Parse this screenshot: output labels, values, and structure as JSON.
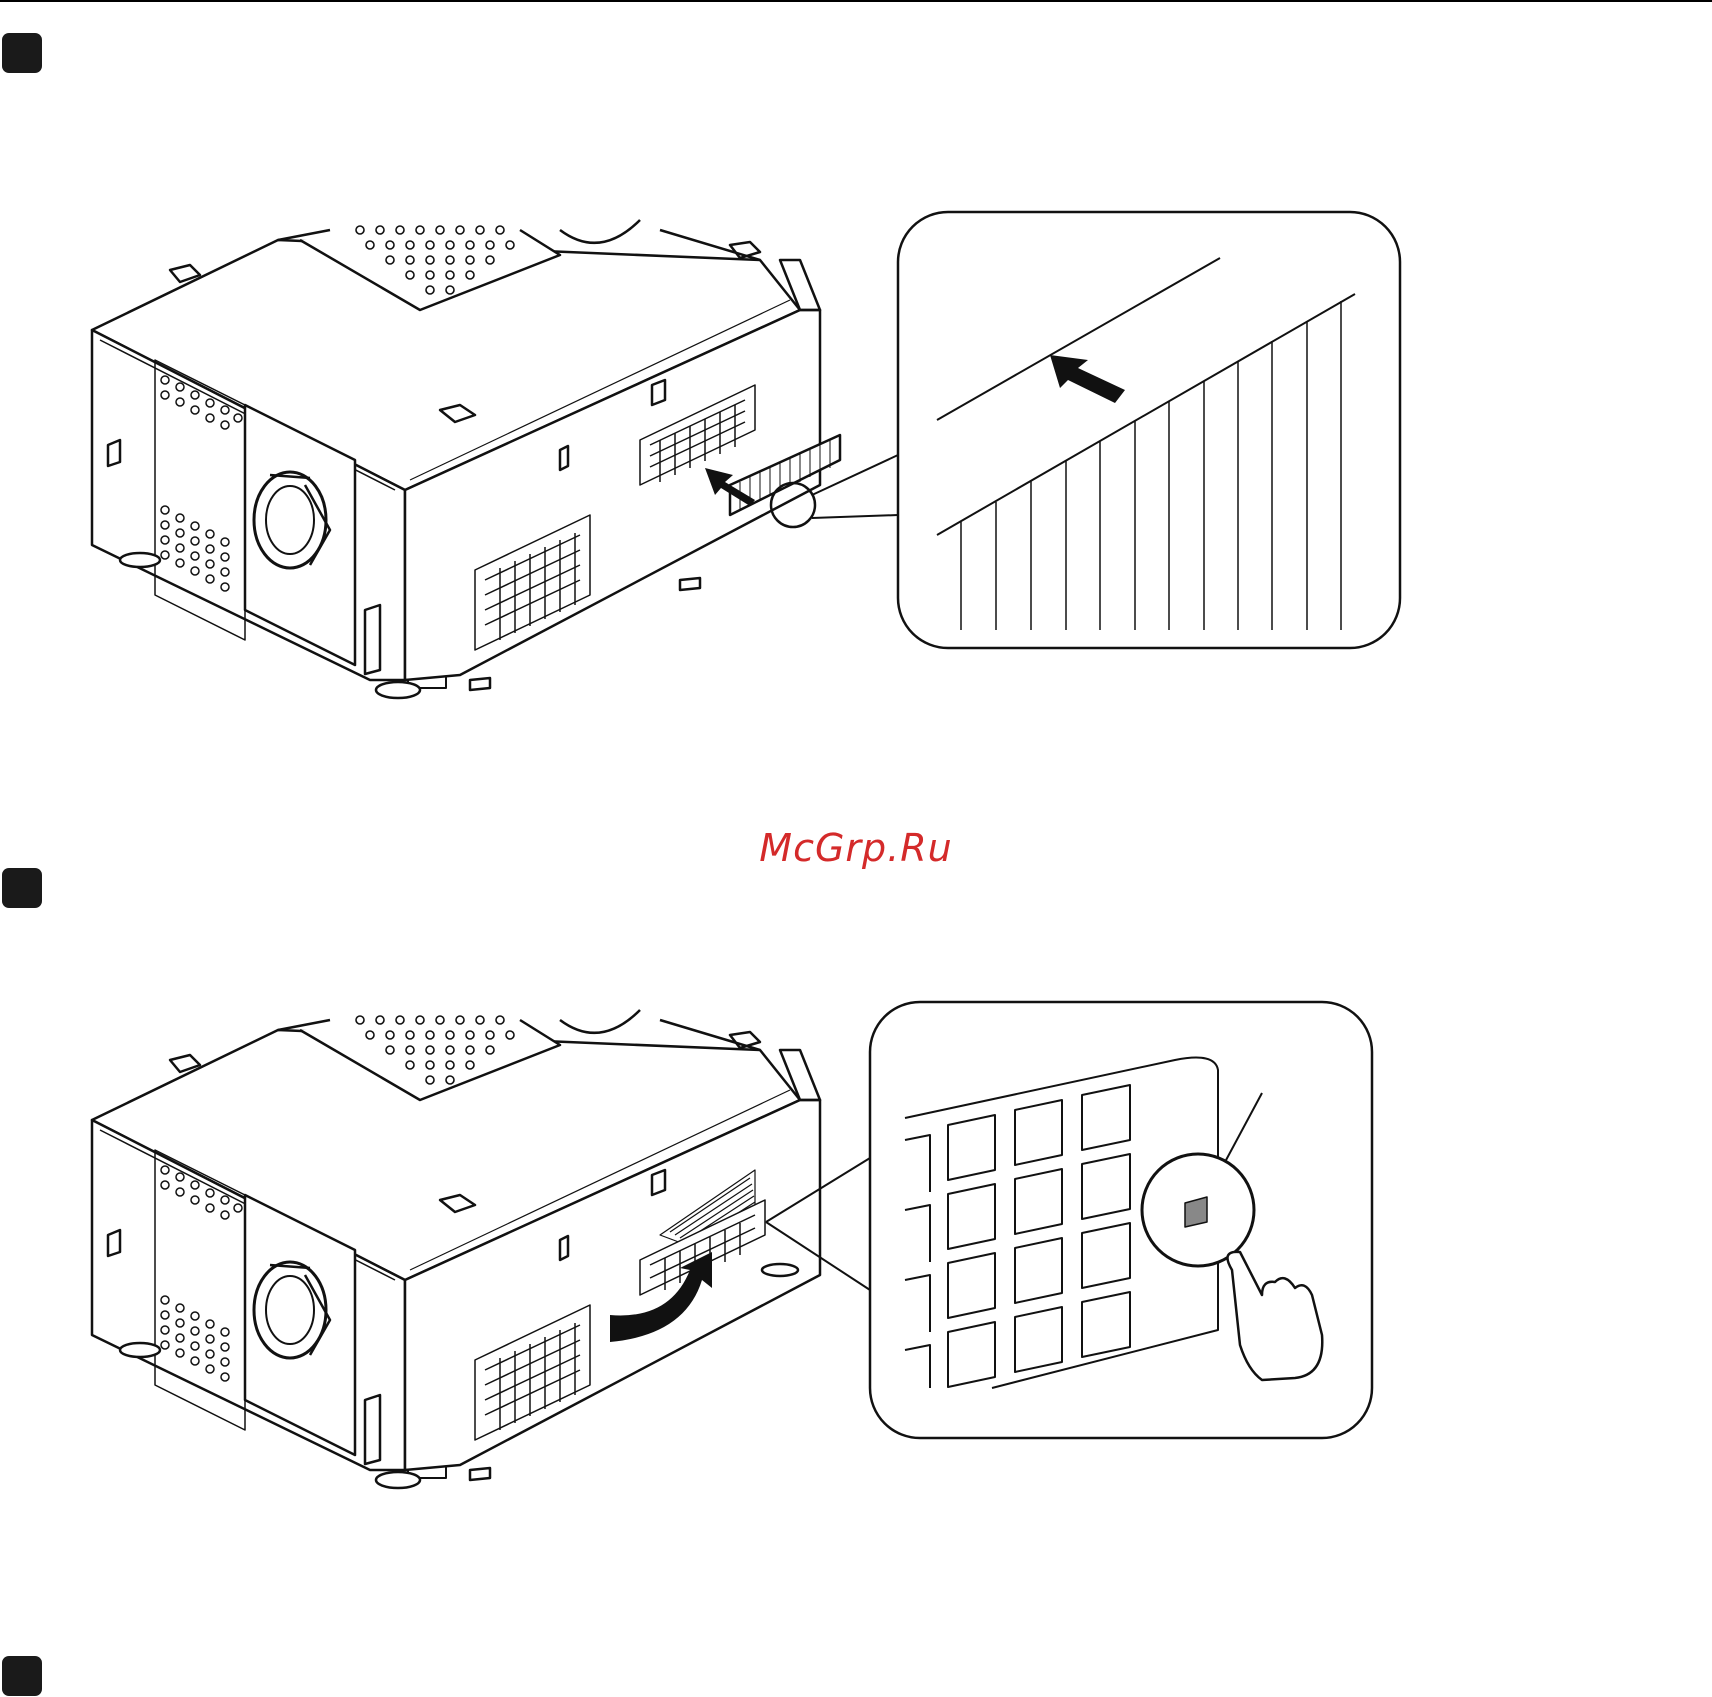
{
  "watermark": {
    "text": "McGrp.Ru",
    "color": "#d42a2a"
  },
  "steps": [
    {
      "marker": "step-marker-1",
      "figure": "filter-insertion-illustration"
    },
    {
      "marker": "step-marker-2",
      "figure": "filter-cover-open-illustration"
    },
    {
      "marker": "step-marker-3"
    }
  ],
  "icons": [
    "push-arrow-icon",
    "rotate-arrow-icon",
    "pointing-hand-icon",
    "magnifier-callout-icon"
  ]
}
